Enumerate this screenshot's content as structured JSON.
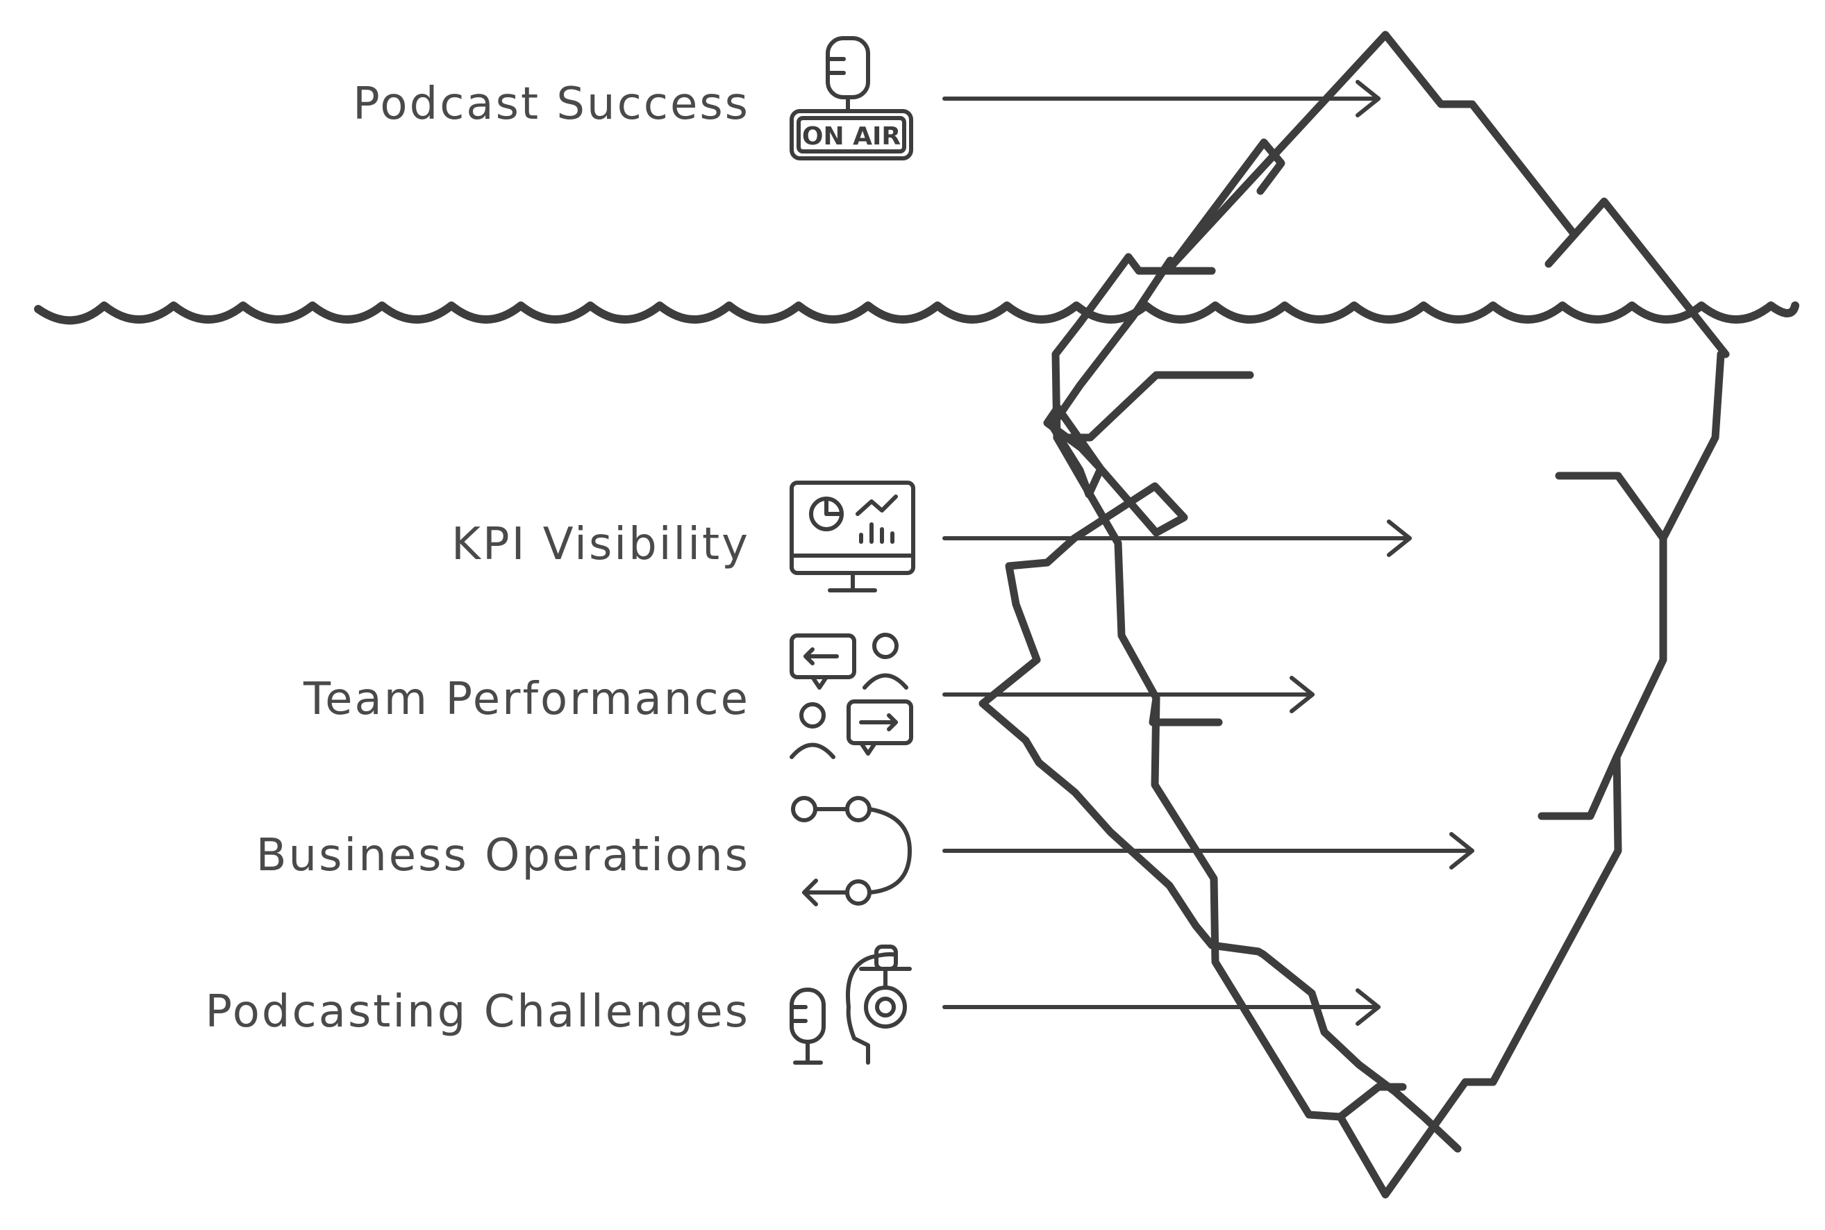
{
  "layers": [
    {
      "id": "podcast-success",
      "label": "Podcast Success",
      "icon": "on-air-microphone-icon"
    },
    {
      "id": "kpi-visibility",
      "label": "KPI Visibility",
      "icon": "dashboard-monitor-icon"
    },
    {
      "id": "team-performance",
      "label": "Team Performance",
      "icon": "team-communication-icon"
    },
    {
      "id": "business-operations",
      "label": "Business Operations",
      "icon": "process-flow-icon"
    },
    {
      "id": "podcasting-challenges",
      "label": "Podcasting Challenges",
      "icon": "mic-head-target-icon"
    }
  ],
  "icon_text": {
    "on_air": "ON AIR"
  },
  "colors": {
    "ink": "#3d3d3d",
    "text": "#4a4a4a",
    "background": "#ffffff"
  }
}
